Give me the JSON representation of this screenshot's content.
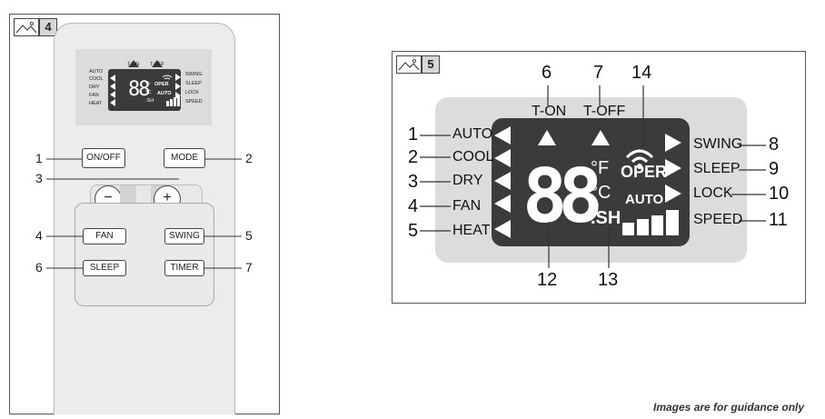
{
  "figure4": {
    "number": "4",
    "lcd_labels": {
      "t_on": "T-ON",
      "t_off": "T-OFF",
      "left_modes": [
        "AUTO",
        "COOL",
        "DRY",
        "FAN",
        "HEAT"
      ],
      "right_modes": [
        "SWING",
        "SLEEP",
        "LOCK",
        "SPEED"
      ],
      "oper": "OPER",
      "auto": "AUTO",
      "digits": "88",
      "fahrenheit": "°F",
      "celsius": "°C",
      "sh": ".SH"
    },
    "buttons": {
      "on_off": "ON/OFF",
      "mode": "MODE",
      "minus": "−",
      "plus": "+",
      "fan": "FAN",
      "swing": "SWING",
      "sleep": "SLEEP",
      "timer": "TIMER"
    },
    "callouts": [
      "1",
      "2",
      "3",
      "4",
      "5",
      "6",
      "7"
    ]
  },
  "figure5": {
    "number": "5",
    "top_labels": {
      "t_on": "T-ON",
      "t_off": "T-OFF"
    },
    "left_modes": [
      "AUTO",
      "COOL",
      "DRY",
      "FAN",
      "HEAT"
    ],
    "right_modes": [
      "SWING",
      "SLEEP",
      "LOCK",
      "SPEED"
    ],
    "oper": "OPER",
    "auto": "AUTO",
    "digits": "88",
    "fahrenheit": "°F",
    "celsius": "°C",
    "sh": ".SH",
    "callouts": {
      "left": [
        "1",
        "2",
        "3",
        "4",
        "5"
      ],
      "top": [
        "6",
        "7",
        "14"
      ],
      "right": [
        "8",
        "9",
        "10",
        "11"
      ],
      "bottom": [
        "12",
        "13"
      ]
    }
  },
  "footer_note": "Images are for guidance only",
  "colors": {
    "lcd": "#3b3b3b",
    "remote_body": "#ececec",
    "lcd_panel": "#dcdcdc",
    "tag_gray": "#d6d6d6"
  }
}
